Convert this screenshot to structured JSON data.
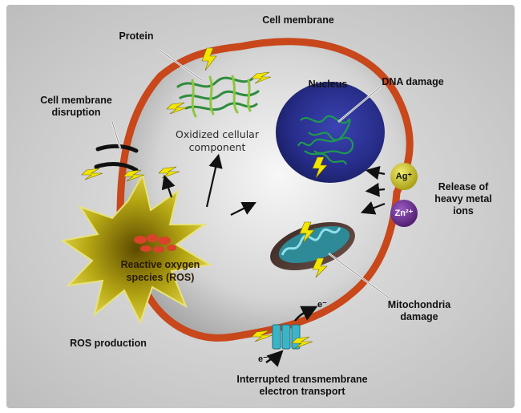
{
  "labels": {
    "cell_membrane": "Cell membrane",
    "protein": "Protein",
    "nucleus": "Nucleus",
    "dna_damage": "DNA damage",
    "cell_membrane_disruption": "Cell membrane\ndisruption",
    "oxidized_component": "Oxidized cellular\ncomponent",
    "release_ions": "Release of\nheavy metal\nions",
    "ros": "Reactive oxygen\nspecies (ROS)",
    "mitochondria_damage": "Mitochondria\ndamage",
    "ros_production": "ROS production",
    "electron_transport": "Interrupted transmembrane\nelectron transport",
    "electron_out": "e⁻",
    "electron_in": "e⁻"
  },
  "ions": {
    "silver": "Ag⁺",
    "zinc": "Zn²⁺"
  },
  "colors": {
    "background": "#d6d6d6",
    "membrane": "#c8471b",
    "cytoplasm": "#c9c9c9",
    "nucleus": "#2a2f8f",
    "ros_fill": "#c7c21a",
    "silver_ion": "#c9c41a",
    "zinc_ion": "#6a2a8e",
    "lightning": "#f2e600",
    "dna": "#1d8a4a",
    "mitochondria": "#3aa9b8",
    "channel": "#3cb4c8"
  }
}
